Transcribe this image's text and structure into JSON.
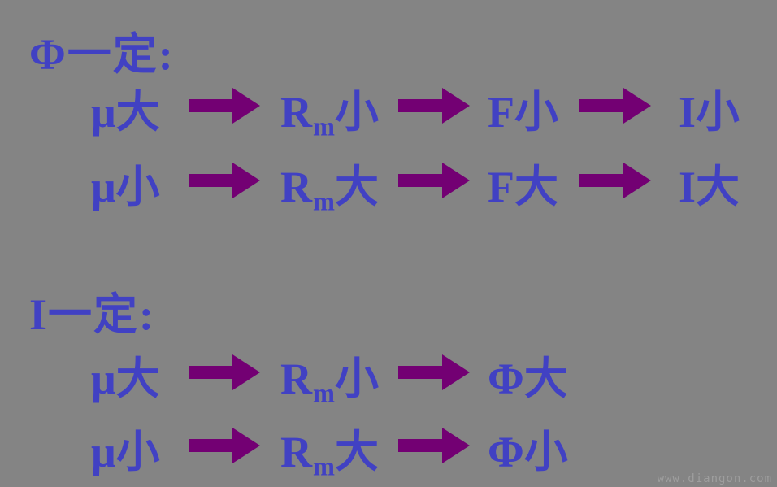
{
  "colors": {
    "bg": "#848484",
    "text": "#4141C3",
    "arrow": "#730073",
    "watermark": "#9e9e9e"
  },
  "watermark": "www.diangon.com",
  "sections": [
    {
      "heading": "Φ一定:",
      "rows": [
        {
          "nodes": [
            {
              "pre": "μ大",
              "sub": "",
              "post": ""
            },
            {
              "pre": "R",
              "sub": "m",
              "post": "小"
            },
            {
              "pre": "F小",
              "sub": "",
              "post": ""
            },
            {
              "pre": "I小",
              "sub": "",
              "post": ""
            }
          ]
        },
        {
          "nodes": [
            {
              "pre": "μ小",
              "sub": "",
              "post": ""
            },
            {
              "pre": "R",
              "sub": "m",
              "post": "大"
            },
            {
              "pre": "F大",
              "sub": "",
              "post": ""
            },
            {
              "pre": "I大",
              "sub": "",
              "post": ""
            }
          ]
        }
      ]
    },
    {
      "heading": "I一定:",
      "rows": [
        {
          "nodes": [
            {
              "pre": "μ大",
              "sub": "",
              "post": ""
            },
            {
              "pre": "R",
              "sub": "m",
              "post": "小"
            },
            {
              "pre": "Φ大",
              "sub": "",
              "post": ""
            }
          ]
        },
        {
          "nodes": [
            {
              "pre": "μ小",
              "sub": "",
              "post": ""
            },
            {
              "pre": "R",
              "sub": "m",
              "post": "大"
            },
            {
              "pre": "Φ小",
              "sub": "",
              "post": ""
            }
          ]
        }
      ]
    }
  ]
}
